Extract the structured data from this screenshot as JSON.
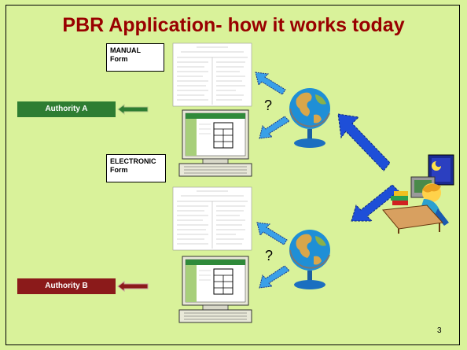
{
  "slide": {
    "title": "PBR Application- how it works today",
    "manual_label_line1": "MANUAL",
    "manual_label_line2": "Form",
    "electronic_label_line1": "ELECTRONIC",
    "electronic_label_line2": "Form",
    "authority_a": "Authority     A",
    "authority_b": "Authority     B",
    "question_mark": "?",
    "page_number": "3"
  },
  "colors": {
    "background": "#d9f29a",
    "title": "#990000",
    "authority_a": "#2e7d32",
    "authority_b": "#8b1a1a",
    "arrow_blue": "#1e4fd8"
  }
}
